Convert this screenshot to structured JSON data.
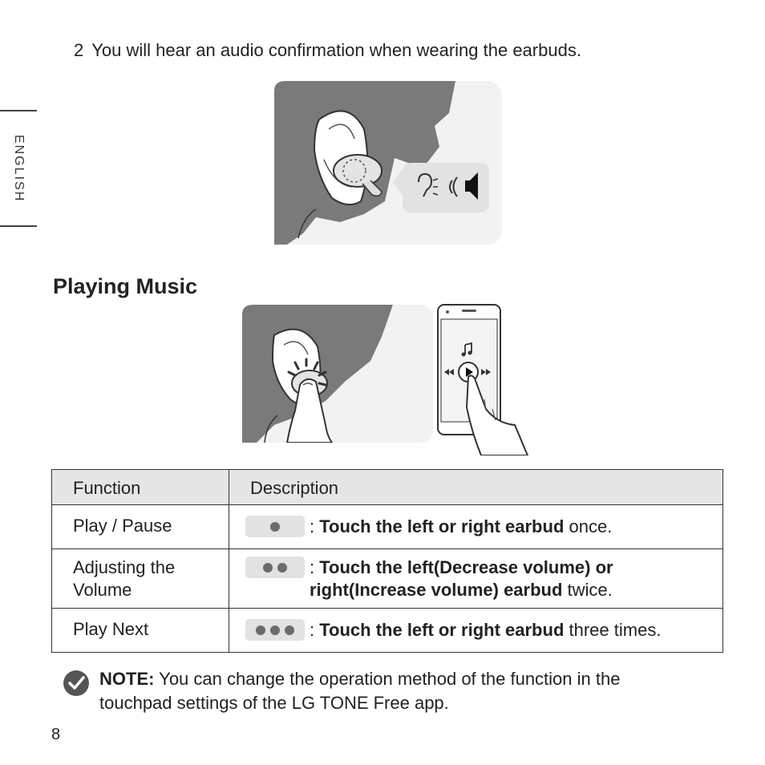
{
  "side_tab": {
    "label": "ENGLISH"
  },
  "step": {
    "number": "2",
    "text": "You will hear an audio confirmation when wearing the earbuds."
  },
  "section": {
    "title": "Playing Music"
  },
  "table": {
    "headers": {
      "function": "Function",
      "description": "Description"
    },
    "rows": [
      {
        "function": "Play / Pause",
        "taps": 1,
        "bold": "Touch the left or right earbud",
        "rest": " once."
      },
      {
        "function": "Adjusting the Volume",
        "taps": 2,
        "bold": "Touch the left(Decrease volume) or right(Increase volume) earbud",
        "rest": " twice."
      },
      {
        "function": "Play Next",
        "taps": 3,
        "bold": "Touch the left or right earbud",
        "rest": " three times."
      }
    ],
    "separator": ": "
  },
  "note": {
    "label": "NOTE:",
    "text": " You can change the operation method of the function in the touchpad settings of the LG TONE Free app."
  },
  "page": {
    "number": "8"
  },
  "colors": {
    "hair": "#7a7a7a",
    "illustration_bg": "#f2f2f2",
    "header_bg": "#e6e6e6",
    "icon_dark": "#555555"
  }
}
